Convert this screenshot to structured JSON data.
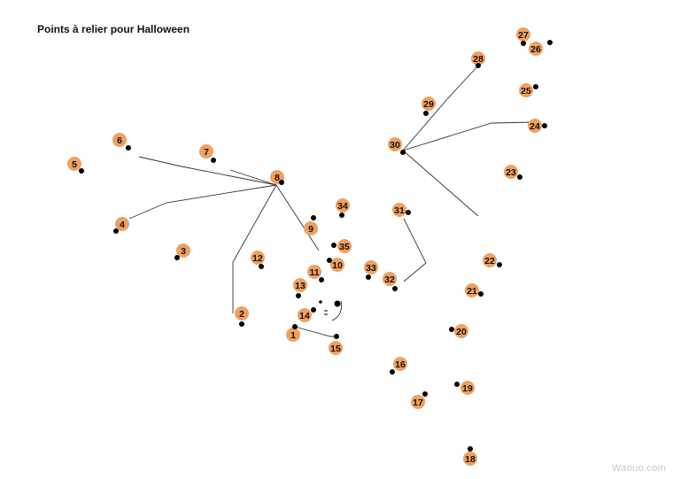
{
  "page": {
    "title": "Points à relier pour Halloween",
    "watermark": "Waouo.com"
  },
  "colors": {
    "badge": "#F0A060",
    "dot": "#000000",
    "line": "#333333"
  },
  "points": [
    {
      "n": "1"
    },
    {
      "n": "2"
    },
    {
      "n": "3"
    },
    {
      "n": "4"
    },
    {
      "n": "5"
    },
    {
      "n": "6"
    },
    {
      "n": "7"
    },
    {
      "n": "8"
    },
    {
      "n": "9"
    },
    {
      "n": "10"
    },
    {
      "n": "11"
    },
    {
      "n": "12"
    },
    {
      "n": "13"
    },
    {
      "n": "14"
    },
    {
      "n": "15"
    },
    {
      "n": "16"
    },
    {
      "n": "17"
    },
    {
      "n": "18"
    },
    {
      "n": "19"
    },
    {
      "n": "20"
    },
    {
      "n": "21"
    },
    {
      "n": "22"
    },
    {
      "n": "23"
    },
    {
      "n": "24"
    },
    {
      "n": "25"
    },
    {
      "n": "26"
    },
    {
      "n": "27"
    },
    {
      "n": "28"
    },
    {
      "n": "29"
    },
    {
      "n": "30"
    },
    {
      "n": "31"
    },
    {
      "n": "32"
    },
    {
      "n": "33"
    },
    {
      "n": "34"
    },
    {
      "n": "35"
    }
  ]
}
